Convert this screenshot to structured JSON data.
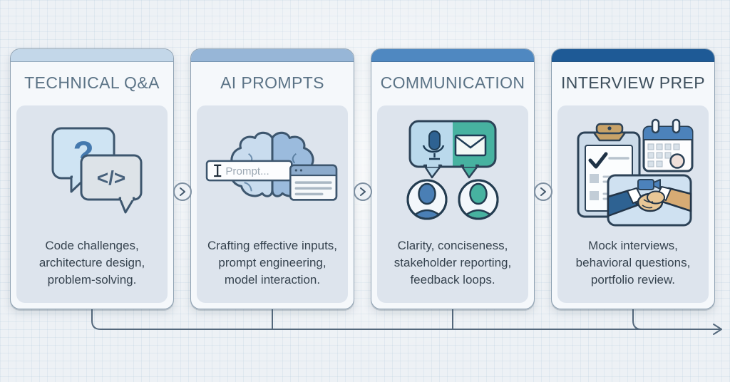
{
  "cards": [
    {
      "title": "TECHNICAL Q&A",
      "description": "Code challenges,\narchitecture design,\nproblem-solving.",
      "header_color": "#c3d7e9",
      "icons": [
        "question-chat-icon",
        "code-chat-icon"
      ],
      "question_symbol": "?",
      "code_symbol": "</>"
    },
    {
      "title": "AI PROMPTS",
      "description": "Crafting effective inputs,\nprompt engineering,\nmodel interaction.",
      "header_color": "#97b6d7",
      "icons": [
        "brain-icon",
        "prompt-input-icon",
        "browser-window-icon"
      ],
      "prompt_text": "Prompt..."
    },
    {
      "title": "COMMUNICATION",
      "description": "Clarity, conciseness,\nstakeholder reporting,\nfeedback loops.",
      "header_color": "#4f88c1",
      "icons": [
        "speech-bubble-icon",
        "mic-icon",
        "envelope-icon",
        "person-avatar-icon"
      ]
    },
    {
      "title": "INTERVIEW PREP",
      "description": "Mock interviews,\nbehavioral questions,\nportfolio review.",
      "header_color": "#1e5a96",
      "icons": [
        "clipboard-checklist-icon",
        "calendar-icon",
        "handshake-icon",
        "video-camera-icon"
      ]
    }
  ],
  "connectors": {
    "between_cards": "chevron-right-icon",
    "flow_line": "arrow-right-icon",
    "direction": "left-to-right"
  },
  "colors": {
    "canvas_background": "#edf1f5",
    "card_background": "#f5f8fb",
    "panel_background": "#dde4ed",
    "card_border": "#8ea1b2",
    "title_text": "#5b7386",
    "title_text_dark": "#3e4f5d",
    "body_text": "#36434f",
    "flow_line": "#54687c",
    "blue_accent": "#4a7fb5",
    "teal_accent": "#47b2a0"
  }
}
